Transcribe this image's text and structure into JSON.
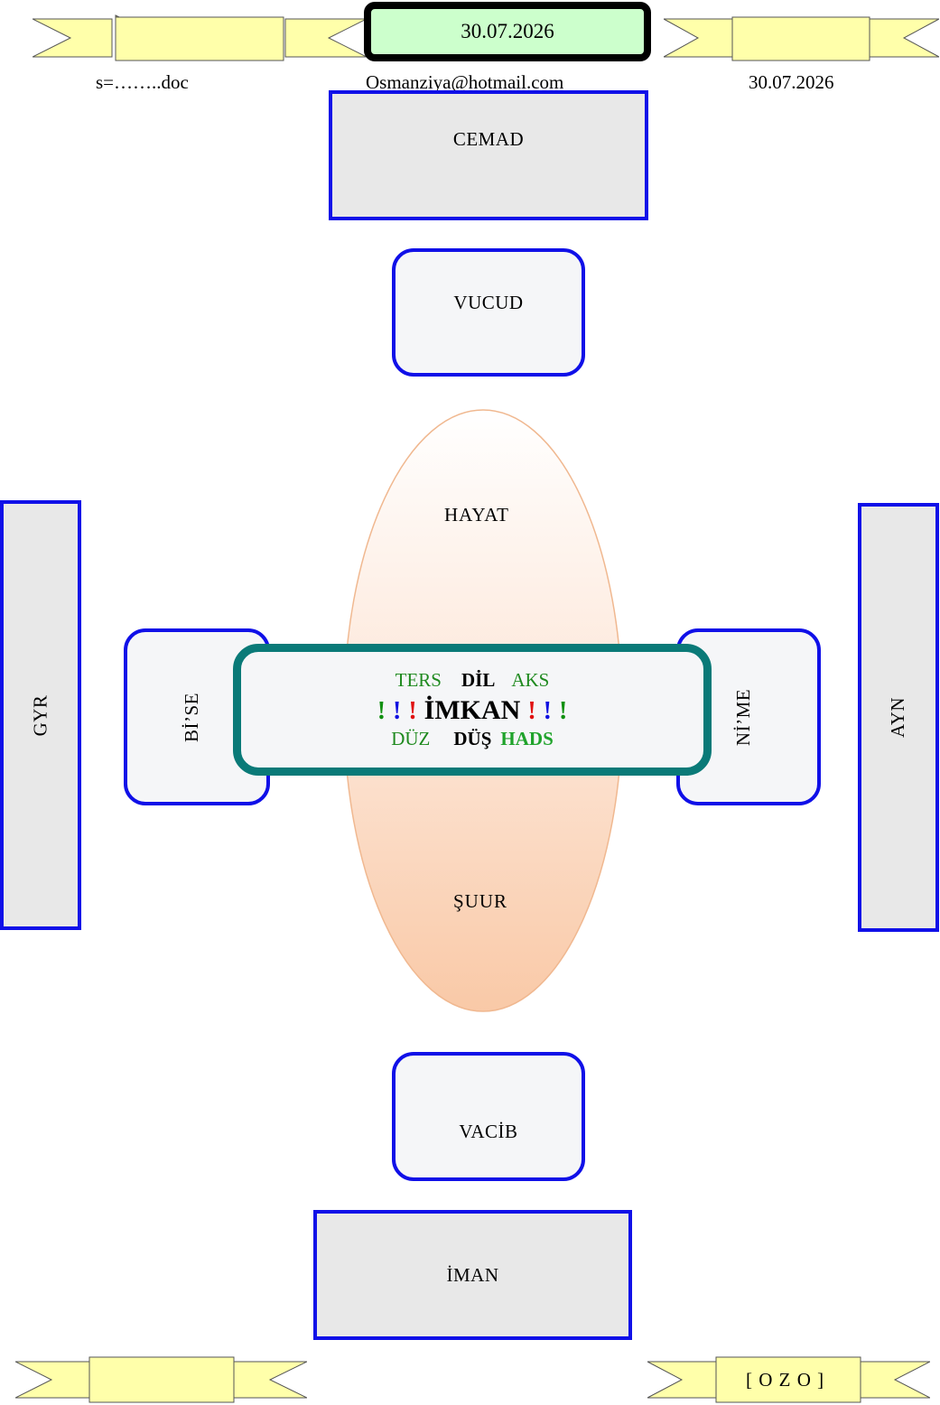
{
  "header": {
    "date_box": "30.07.2026",
    "left_text": "s=……..doc",
    "email": "Osmanziya@hotmail.com",
    "right_date": "30.07.2026"
  },
  "boxes": {
    "top_rect": "CEMAD",
    "top_round": "VUCUD",
    "bottom_round": "VACİB",
    "bottom_rect": "İMAN",
    "left_tall": "GYR",
    "right_tall": "AYN",
    "left_round": "Bİ’SE",
    "right_round": "Nİ’ME"
  },
  "ellipse": {
    "top_label": "HAYAT",
    "bottom_label": "ŞUUR"
  },
  "center": {
    "row1": [
      "TERS",
      "DİL",
      "AKS"
    ],
    "row2_left": [
      "!",
      "!",
      "!"
    ],
    "row2_main": "İMKAN",
    "row2_right": [
      "!",
      "!",
      "!"
    ],
    "row3": [
      "DÜZ",
      "DÜŞ",
      "HADS"
    ]
  },
  "footer": {
    "right_ribbon": "[ O Z O ]"
  },
  "colors": {
    "box_border": "#1010e8",
    "center_border": "#0a7a78",
    "ribbon_fill": "#ffffaa",
    "date_fill": "#ccffcc"
  }
}
